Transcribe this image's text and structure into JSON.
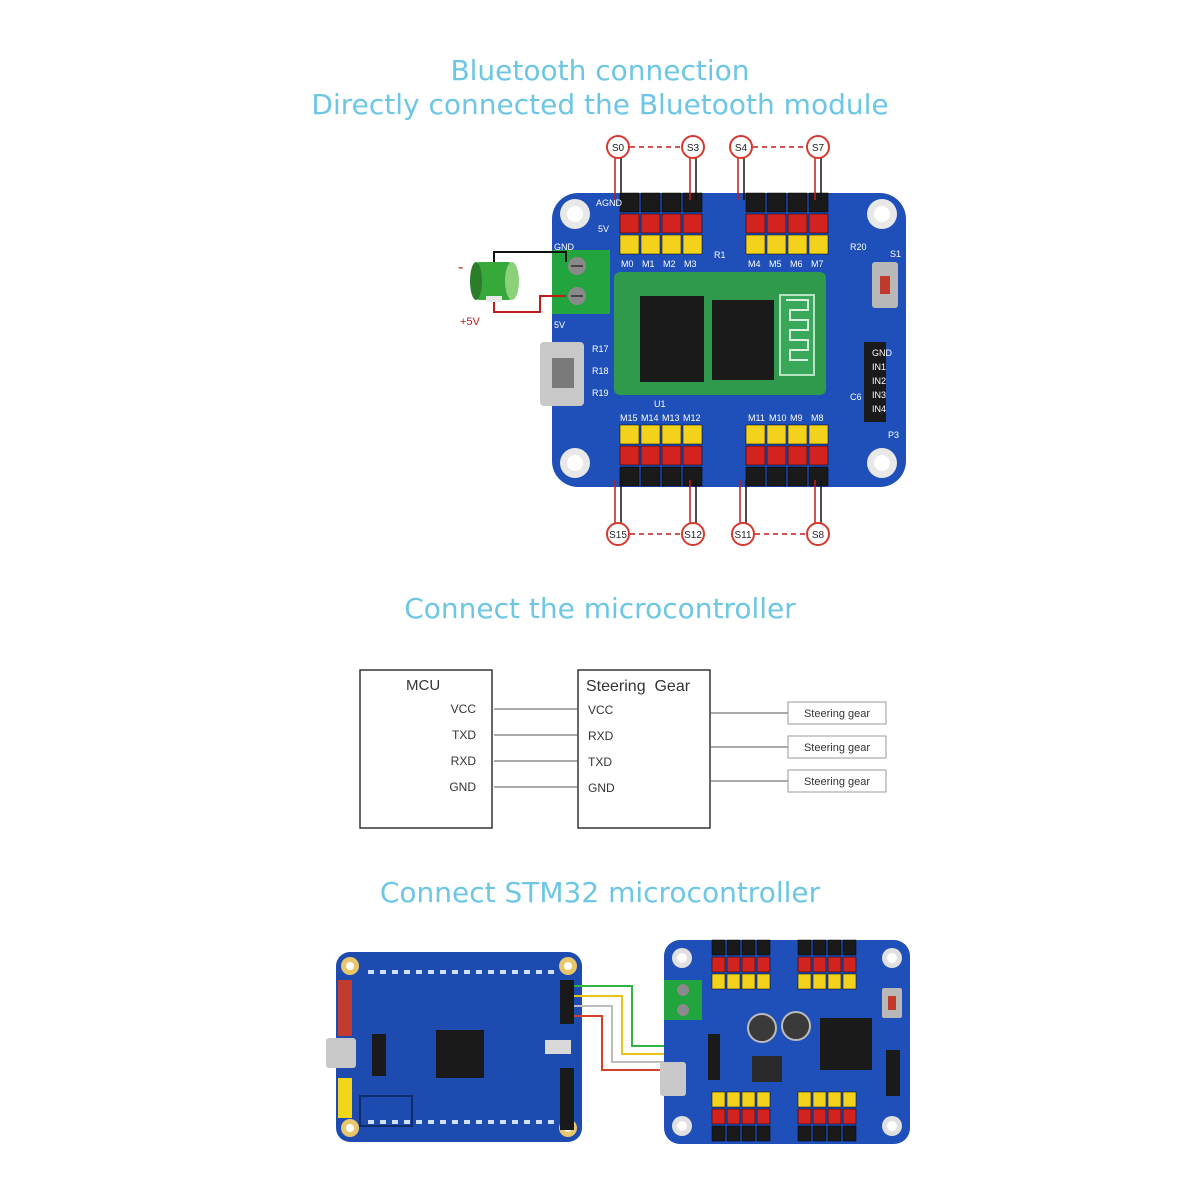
{
  "sections": {
    "bluetooth": {
      "title_line1": "Bluetooth connection",
      "title_line2": "Directly connected  the Bluetooth module"
    },
    "mcu": {
      "title": "Connect the microcontroller"
    },
    "stm32": {
      "title": "Connect STM32 microcontroller"
    }
  },
  "bluetooth_board": {
    "top_badges": [
      "S0",
      "S3",
      "S4",
      "S7"
    ],
    "bottom_badges": [
      "S15",
      "S12",
      "S11",
      "S8"
    ],
    "power_minus": "-",
    "power_plus": "+5V",
    "silk_top_left": [
      "M0",
      "M1",
      "M2",
      "M3"
    ],
    "silk_top_right": [
      "M4",
      "M5",
      "M6",
      "M7"
    ],
    "silk_bottom_left": [
      "M15",
      "M14",
      "M13",
      "M12"
    ],
    "silk_bottom_right": [
      "M11",
      "M10",
      "M9",
      "M8"
    ],
    "silk_misc": {
      "agnd": "AGND",
      "five_v": "5V",
      "gnd": "GND",
      "five_v_left": "5V",
      "u1": "U1",
      "r1": "R1",
      "s1": "S1",
      "p3": "P3",
      "c6": "C6",
      "r20": "R20",
      "ic_pins": [
        "GND",
        "IN1",
        "IN2",
        "IN3",
        "IN4"
      ],
      "r_left": [
        "R17",
        "R18",
        "R19"
      ]
    }
  },
  "mcu_diagram": {
    "mcu_box": {
      "title": "MCU",
      "pins": [
        "VCC",
        "TXD",
        "RXD",
        "GND"
      ]
    },
    "gear_box": {
      "title": "Steering  Gear",
      "pins": [
        "VCC",
        "RXD",
        "TXD",
        "GND"
      ]
    },
    "outputs": [
      "Steering gear",
      "Steering gear",
      "Steering gear"
    ]
  },
  "colors": {
    "title_blue": "#6cc6e4",
    "pcb_blue": "#1f4fb8",
    "bt_green": "#2f9a4c",
    "header_yellow": "#f2d21a",
    "header_red": "#d3231f",
    "header_black": "#1a1a1a",
    "badge_red": "#d63a2e"
  }
}
